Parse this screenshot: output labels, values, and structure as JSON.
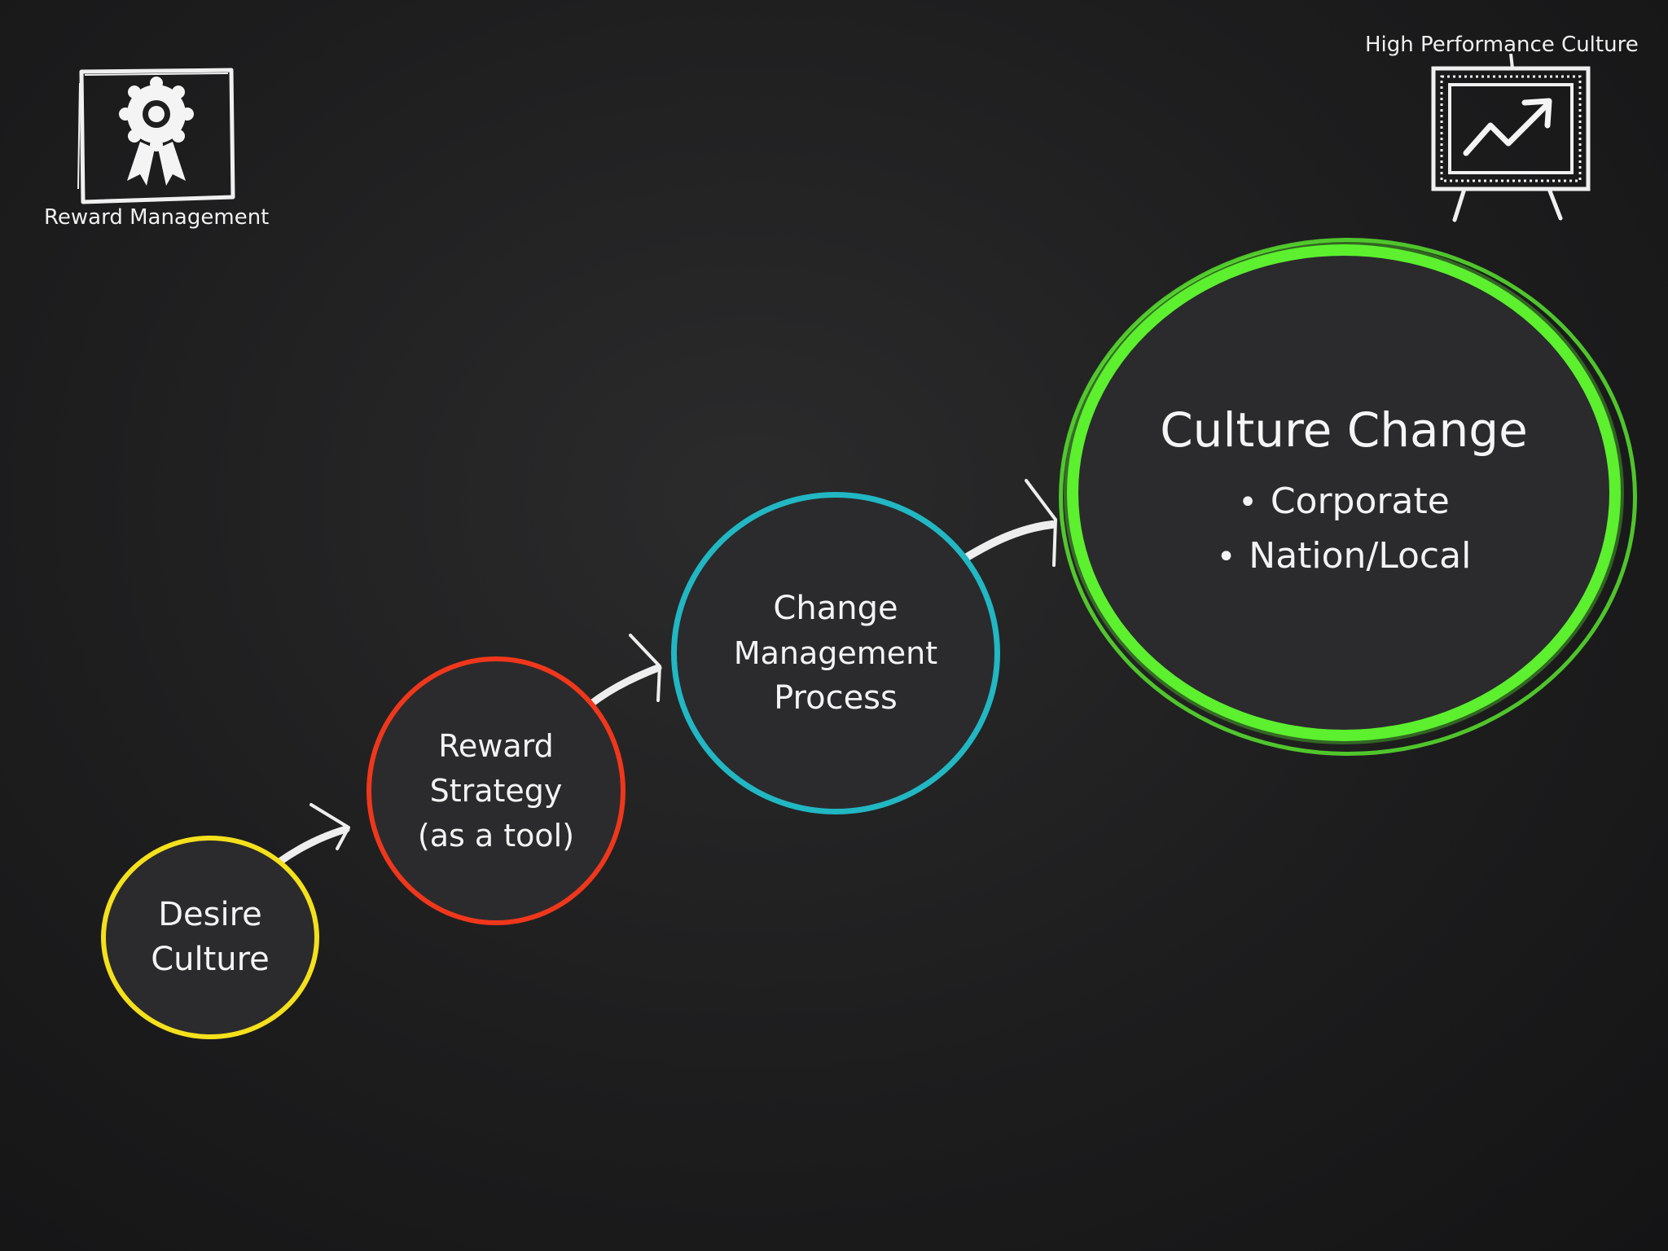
{
  "top_left": {
    "caption": "Reward Management",
    "icon": "award-ribbon-icon"
  },
  "top_right": {
    "caption": "High Performance Culture",
    "icon": "presentation-chart-icon"
  },
  "steps": [
    {
      "lines": [
        "Desire",
        "Culture"
      ],
      "color": "#f4e11c"
    },
    {
      "lines": [
        "Reward",
        "Strategy",
        "(as a tool)"
      ],
      "color": "#f0371b"
    },
    {
      "lines": [
        "Change",
        "Management",
        "Process"
      ],
      "color": "#21b7c3"
    }
  ],
  "goal": {
    "title": "Culture Change",
    "bullets": [
      "Corporate",
      "Nation/Local"
    ],
    "color": "#5cf02f"
  }
}
